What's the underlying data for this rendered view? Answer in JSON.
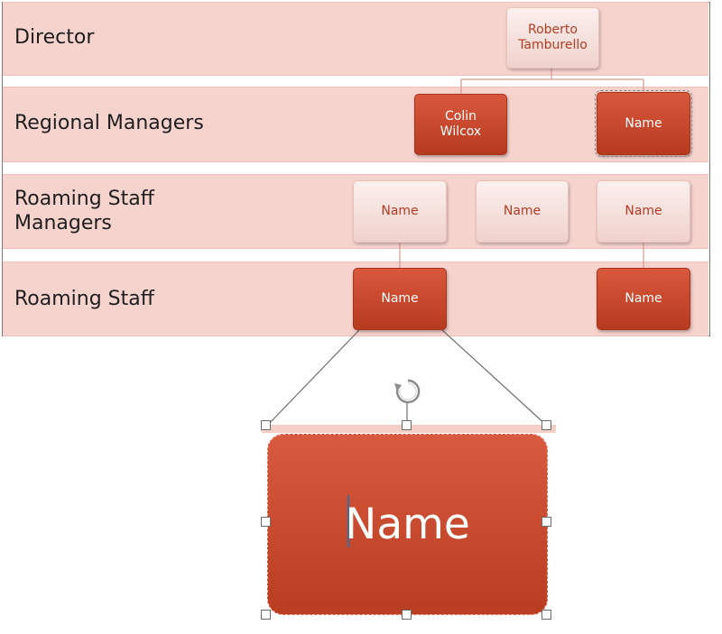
{
  "bands": [
    {
      "label": "Director"
    },
    {
      "label": "Regional Managers"
    },
    {
      "label": "Roaming Staff Managers"
    },
    {
      "label": "Roaming Staff"
    }
  ],
  "nodes": {
    "director": "Roberto Tamburello",
    "regional_1": "Colin Wilcox",
    "regional_2": "Name",
    "staff_manager_1": "Name",
    "staff_manager_2": "Name",
    "staff_manager_3": "Name",
    "staff_1": "Name",
    "staff_2": "Name"
  },
  "zoomed_node": {
    "label": "Name"
  },
  "colors": {
    "band_fill": "#f7d3ce",
    "node_dark": "#c84a2d",
    "node_light": "#f6e3df",
    "node_light_text": "#b33c25"
  },
  "icons": [
    "rotate-handle-icon"
  ]
}
